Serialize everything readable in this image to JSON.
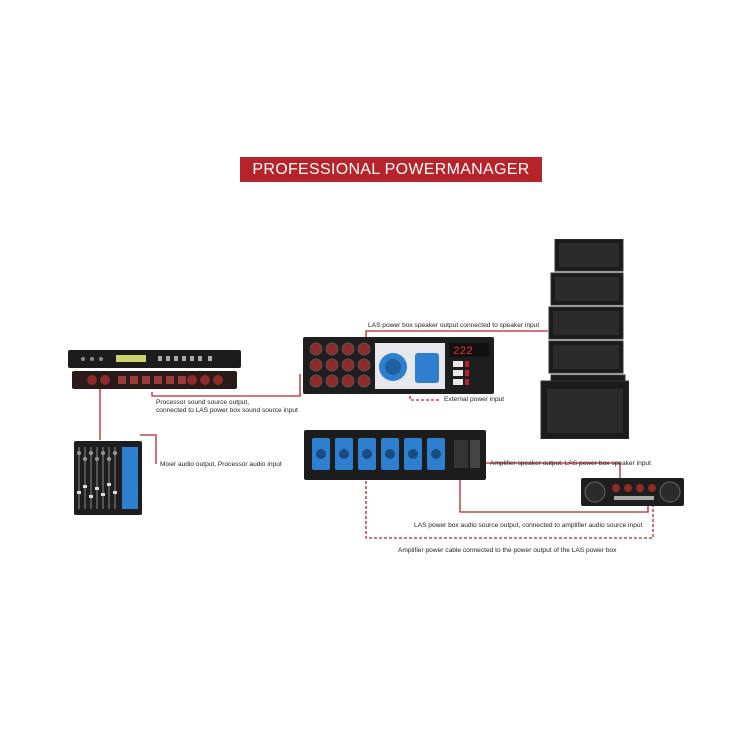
{
  "title": "PROFESSIONAL POWERMANAGER",
  "colors": {
    "banner": "#b6232a",
    "connector_line": "#b6232a",
    "device_dark": "#1c1c1c",
    "socket_blue": "#2f7fd0",
    "xlr_red": "#8e2a2a"
  },
  "devices": {
    "processor": {
      "icon": "audio-processor-icon"
    },
    "mixer": {
      "icon": "mixer-console-icon"
    },
    "las_power_box": {
      "icon": "las-power-box-icon",
      "display": "222"
    },
    "power_distributor": {
      "icon": "power-distribution-unit-icon"
    },
    "amplifier": {
      "icon": "power-amplifier-icon"
    },
    "speaker_array": {
      "icon": "line-array-speaker-icon"
    }
  },
  "labels": {
    "speaker_output": "LAS power box speaker output connected to speaker input",
    "processor_output_line1": "Processor sound source output,",
    "processor_output_line2": "connected to LAS power box sound source input",
    "external_power": "External power input",
    "mixer_output": "Mixer audio output, Processor audio input",
    "amplifier_speaker_output": "Amplifier speaker output, LAS power box speaker input",
    "audio_source_output": "LAS power box audio source output, connected to amplifier audio source input",
    "amplifier_power_cable": "Amplifier power cable connected to the power output of the LAS power box"
  }
}
